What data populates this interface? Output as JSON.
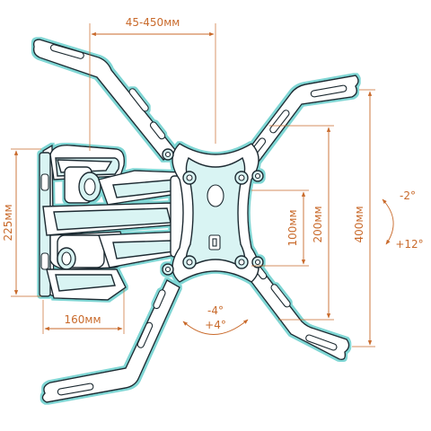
{
  "labels": {
    "vesa_horizontal": "45-450мм",
    "depth": "160мм",
    "height": "225мм",
    "vesa_100": "100мм",
    "vesa_200": "200мм",
    "vesa_400": "400мм",
    "tilt_up": "-2°",
    "tilt_down": "+12°",
    "swivel_left": "-4°",
    "swivel_right": "+4°"
  },
  "colors": {
    "dimension": "#c96a2b",
    "outline": "#1e2a30",
    "teal": "#7fd6d4",
    "teal_light": "#d9f4f3"
  }
}
